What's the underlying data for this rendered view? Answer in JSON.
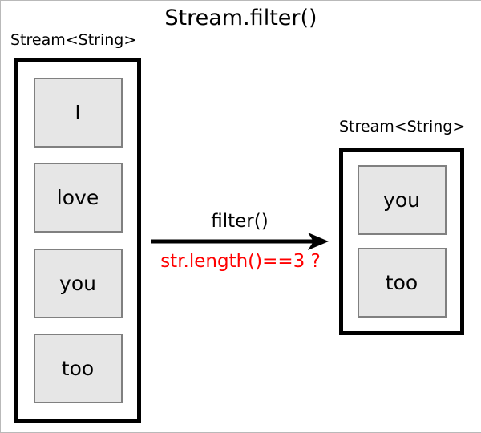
{
  "title": "Stream.filter()",
  "left_stream": {
    "label": "Stream<String>",
    "items": [
      "I",
      "love",
      "you",
      "too"
    ]
  },
  "arrow": {
    "label": "filter()",
    "predicate": "str.length()==3 ?"
  },
  "right_stream": {
    "label": "Stream<String>",
    "items": [
      "you",
      "too"
    ]
  },
  "colors": {
    "box_border": "#000000",
    "item_fill": "#e6e6e6",
    "item_border": "#808080",
    "predicate": "#ff0000",
    "text": "#000000"
  }
}
